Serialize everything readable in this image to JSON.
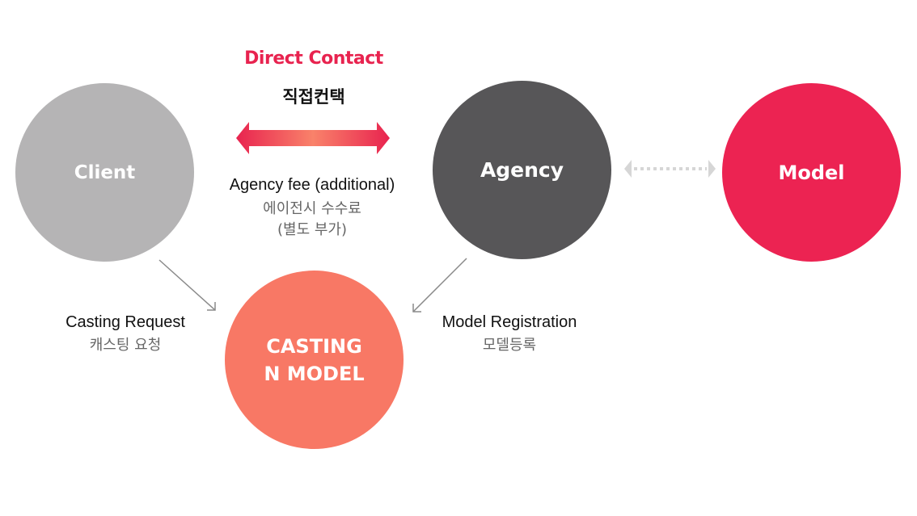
{
  "direct_contact": {
    "title_en": "Direct Contact",
    "title_ko": "직접컨택"
  },
  "agency_fee": {
    "line_en": "Agency fee (additional)",
    "line_ko_1": "에이전시 수수료",
    "line_ko_2": "(별도 부가)"
  },
  "nodes": {
    "client": {
      "label": "Client",
      "color": "#b5b4b5"
    },
    "agency": {
      "label": "Agency",
      "color": "#575658"
    },
    "model": {
      "label": "Model",
      "color": "#ec2352"
    },
    "casting": {
      "label_1": "CASTING",
      "label_2": "N MODEL",
      "color": "#f87865"
    }
  },
  "edges": {
    "casting_request": {
      "label_en": "Casting Request",
      "label_ko": "캐스팅 요청"
    },
    "model_registration": {
      "label_en": "Model Registration",
      "label_ko": "모델등록"
    }
  },
  "colors": {
    "accent": "#e8234f",
    "arrow_gradient_edge": "#e8234f",
    "arrow_gradient_center": "#f9826a",
    "connector_gray": "#8a8a8a",
    "dotted_arrow": "#d6d6d6"
  }
}
